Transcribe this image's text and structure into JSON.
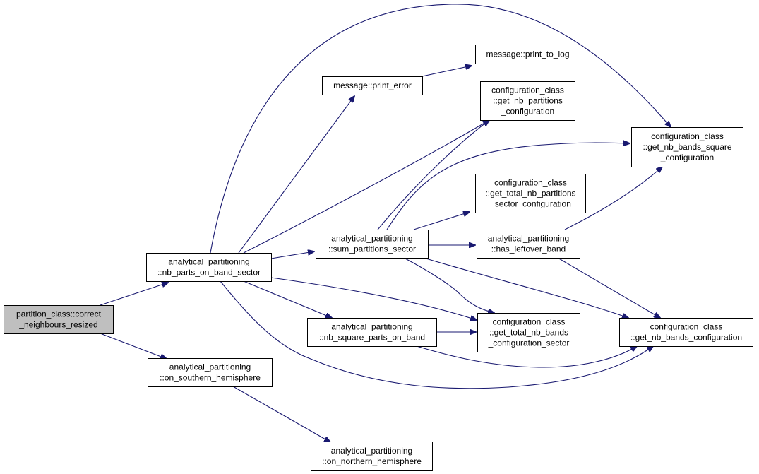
{
  "colors": {
    "edge": "#191970",
    "root_fill": "#bfbfbf",
    "node_fill": "#ffffff",
    "border": "#000000"
  },
  "nodes": {
    "correct_neighbours_resized": [
      "partition_class::correct",
      "_neighbours_resized"
    ],
    "nb_parts_on_band_sector": [
      "analytical_partitioning",
      "::nb_parts_on_band_sector"
    ],
    "on_southern_hemisphere": [
      "analytical_partitioning",
      "::on_southern_hemisphere"
    ],
    "on_northern_hemisphere": [
      "analytical_partitioning",
      "::on_northern_hemisphere"
    ],
    "print_error": [
      "message::print_error"
    ],
    "print_to_log": [
      "message::print_to_log"
    ],
    "get_nb_partitions_configuration": [
      "configuration_class",
      "::get_nb_partitions",
      "_configuration"
    ],
    "sum_partitions_sector": [
      "analytical_partitioning",
      "::sum_partitions_sector"
    ],
    "nb_square_parts_on_band": [
      "analytical_partitioning",
      "::nb_square_parts_on_band"
    ],
    "get_total_nb_partitions_sector_configuration": [
      "configuration_class",
      "::get_total_nb_partitions",
      "_sector_configuration"
    ],
    "has_leftover_band": [
      "analytical_partitioning",
      "::has_leftover_band"
    ],
    "get_total_nb_bands_configuration_sector": [
      "configuration_class",
      "::get_total_nb_bands",
      "_configuration_sector"
    ],
    "get_nb_bands_square_configuration": [
      "configuration_class",
      "::get_nb_bands_square",
      "_configuration"
    ],
    "get_nb_bands_configuration": [
      "configuration_class",
      "::get_nb_bands_configuration"
    ]
  },
  "edges": [
    [
      "correct_neighbours_resized",
      "nb_parts_on_band_sector"
    ],
    [
      "correct_neighbours_resized",
      "on_southern_hemisphere"
    ],
    [
      "on_southern_hemisphere",
      "on_northern_hemisphere"
    ],
    [
      "nb_parts_on_band_sector",
      "print_error"
    ],
    [
      "print_error",
      "print_to_log"
    ],
    [
      "nb_parts_on_band_sector",
      "get_nb_partitions_configuration"
    ],
    [
      "nb_parts_on_band_sector",
      "get_nb_bands_square_configuration"
    ],
    [
      "nb_parts_on_band_sector",
      "sum_partitions_sector"
    ],
    [
      "nb_parts_on_band_sector",
      "nb_square_parts_on_band"
    ],
    [
      "nb_parts_on_band_sector",
      "get_total_nb_bands_configuration_sector"
    ],
    [
      "nb_parts_on_band_sector",
      "get_nb_bands_configuration"
    ],
    [
      "sum_partitions_sector",
      "get_nb_partitions_configuration"
    ],
    [
      "sum_partitions_sector",
      "get_nb_bands_square_configuration"
    ],
    [
      "sum_partitions_sector",
      "get_total_nb_partitions_sector_configuration"
    ],
    [
      "sum_partitions_sector",
      "has_leftover_band"
    ],
    [
      "sum_partitions_sector",
      "get_total_nb_bands_configuration_sector"
    ],
    [
      "sum_partitions_sector",
      "get_nb_bands_configuration"
    ],
    [
      "has_leftover_band",
      "get_nb_bands_square_configuration"
    ],
    [
      "has_leftover_band",
      "get_nb_bands_configuration"
    ],
    [
      "nb_square_parts_on_band",
      "get_total_nb_bands_configuration_sector"
    ],
    [
      "nb_square_parts_on_band",
      "get_nb_bands_configuration"
    ]
  ]
}
